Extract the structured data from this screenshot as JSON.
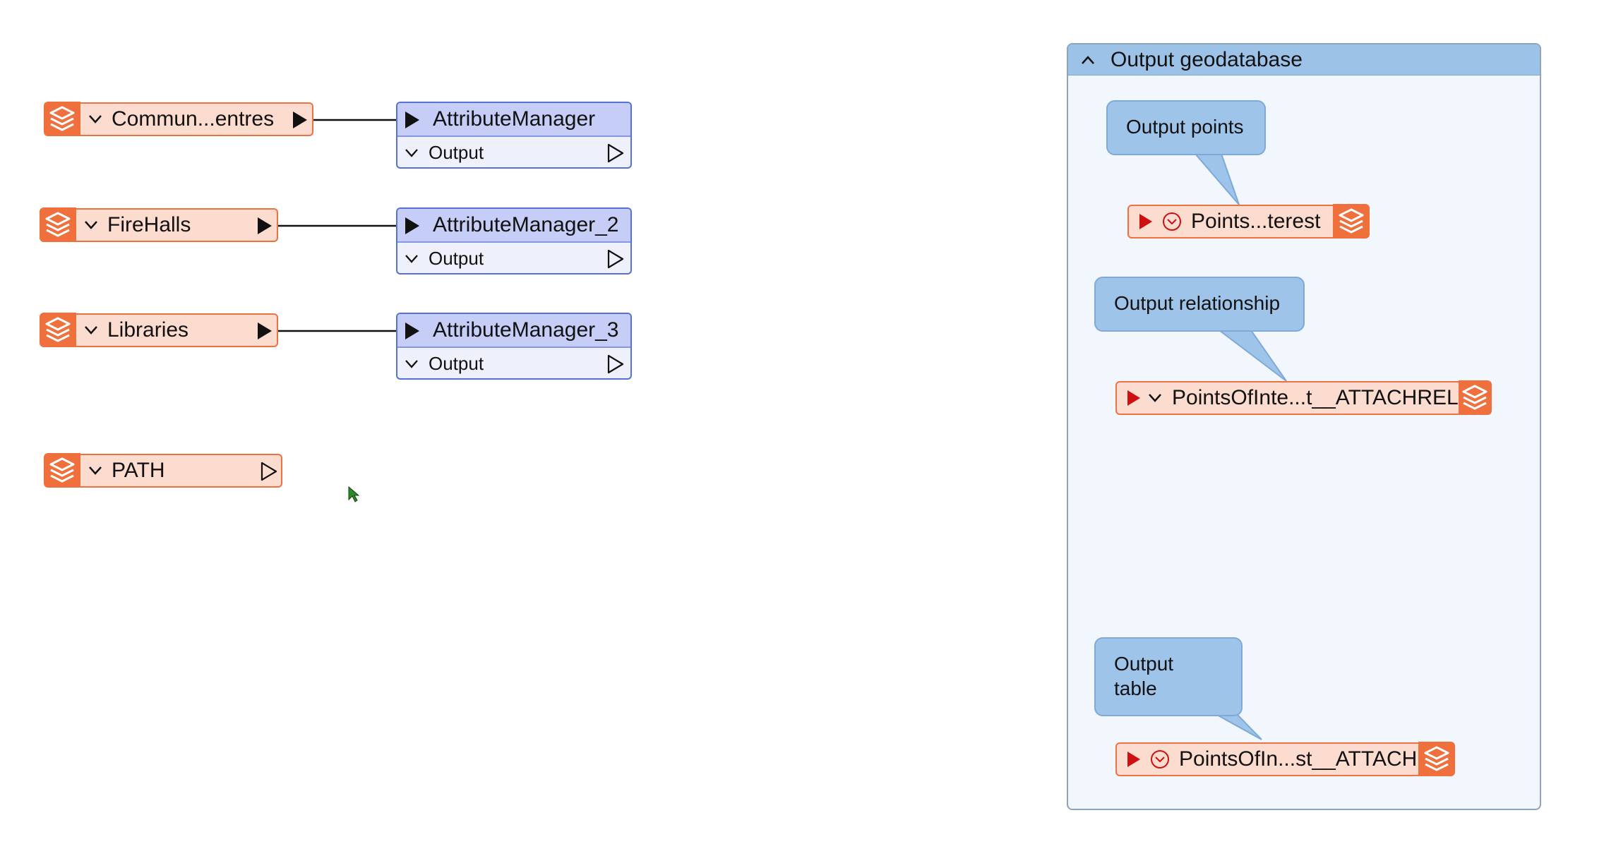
{
  "readers": [
    {
      "label": "Commun...entres"
    },
    {
      "label": "FireHalls"
    },
    {
      "label": "Libraries"
    },
    {
      "label": "PATH"
    }
  ],
  "transformers": [
    {
      "name": "AttributeManager",
      "output": "Output"
    },
    {
      "name": "AttributeManager_2",
      "output": "Output"
    },
    {
      "name": "AttributeManager_3",
      "output": "Output"
    }
  ],
  "bookmark": {
    "title": "Output geodatabase",
    "annotations": [
      {
        "text": "Output points"
      },
      {
        "text": "Output relationship"
      },
      {
        "text_line1": "Output",
        "text_line2": "table"
      }
    ],
    "writers": [
      {
        "label": "Points...terest"
      },
      {
        "label": "PointsOfInte...t__ATTACHREL"
      },
      {
        "label": "PointsOfIn...st__ATTACH"
      }
    ]
  },
  "colors": {
    "feature_fill": "#fcdccf",
    "feature_border": "#ef7040",
    "transformer_header": "#c6cdf6",
    "transformer_border": "#5570d8",
    "bookmark_header": "#9dc2e8",
    "annotation": "#9ec4ea",
    "writer_port": "#d01010"
  },
  "icons": [
    "layers-icon",
    "chevron-down-icon",
    "output-port-icon",
    "input-port-icon",
    "circle-chevron-icon",
    "collapse-caret-icon",
    "mouse-cursor-icon"
  ]
}
